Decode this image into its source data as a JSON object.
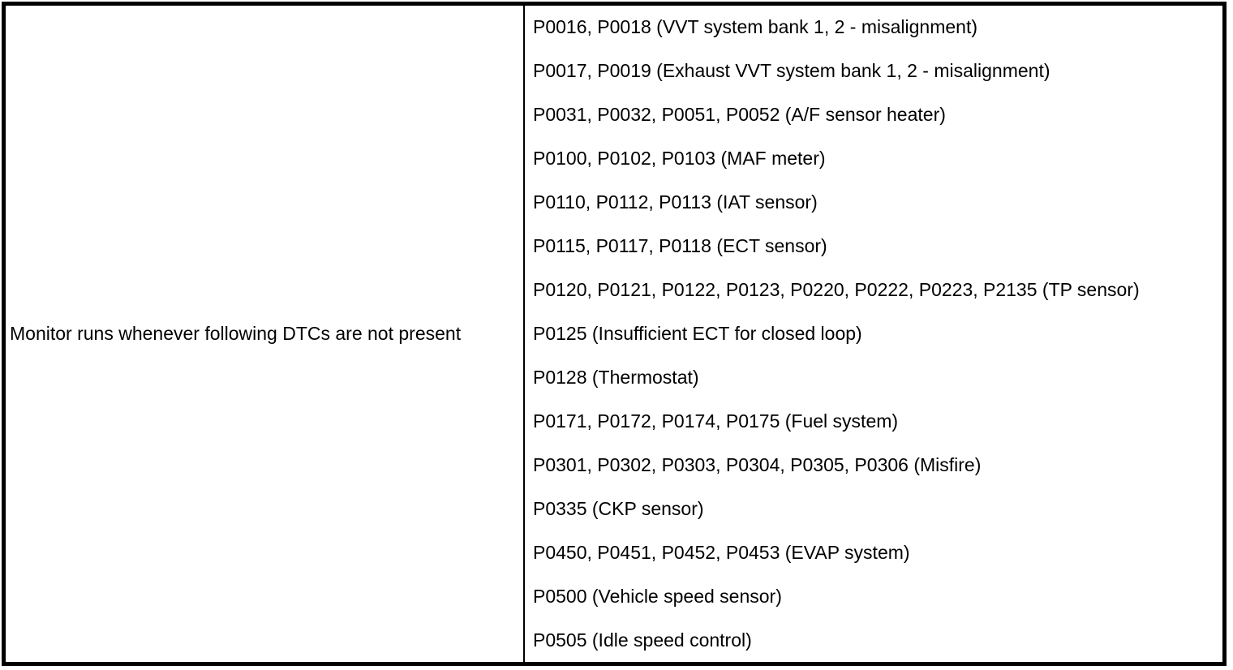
{
  "colors": {
    "background": "#ffffff",
    "border": "#000000",
    "text": "#000000"
  },
  "table": {
    "condition": "Monitor runs whenever following DTCs are not present",
    "dtc_lines": [
      "P0016, P0018 (VVT system bank 1, 2 - misalignment)",
      "P0017, P0019 (Exhaust VVT system bank 1, 2 - misalignment)",
      "P0031, P0032, P0051, P0052 (A/F sensor heater)",
      "P0100, P0102, P0103 (MAF meter)",
      "P0110, P0112, P0113 (IAT sensor)",
      "P0115, P0117, P0118 (ECT sensor)",
      "P0120, P0121, P0122, P0123, P0220, P0222, P0223, P2135 (TP sensor)",
      "P0125 (Insufficient ECT for closed loop)",
      "P0128 (Thermostat)",
      "P0171, P0172, P0174, P0175 (Fuel system)",
      "P0301, P0302, P0303, P0304, P0305, P0306 (Misfire)",
      "P0335 (CKP sensor)",
      "P0450, P0451, P0452, P0453 (EVAP system)",
      "P0500 (Vehicle speed sensor)",
      "P0505 (Idle speed control)"
    ]
  }
}
